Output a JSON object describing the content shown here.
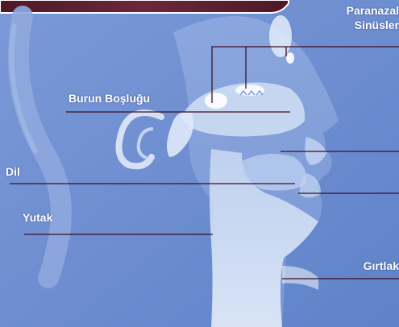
{
  "labels": {
    "paranasal_line1": "Paranazal",
    "paranasal_line2": "Sinüsler",
    "nasal_cavity": "Burun Boşluğu",
    "tongue": "Dil",
    "pharynx": "Yutak",
    "larynx": "Gırtlak"
  },
  "colors": {
    "background": "#6e8fd2",
    "leader_line": "#3a0f24",
    "banner": "#5a1f2e"
  }
}
